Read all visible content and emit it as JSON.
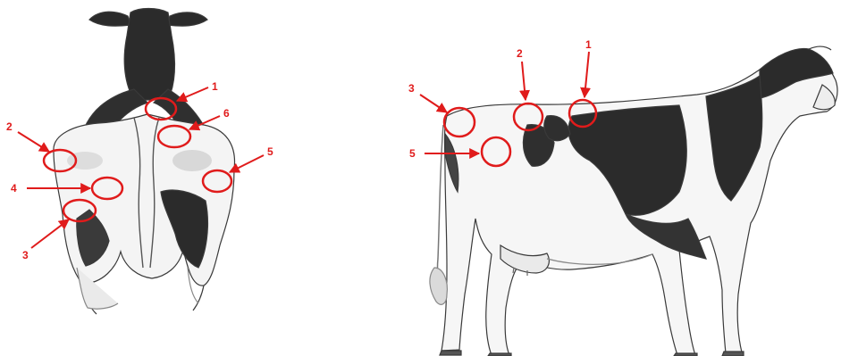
{
  "accent": "#e01b1b",
  "sketch": {
    "dark": "#2a2a2a",
    "mid": "#9a9a9a",
    "light": "#f4f4f4"
  },
  "rear_view": {
    "markers": [
      {
        "label": "1",
        "id": "rear-marker-1"
      },
      {
        "label": "2",
        "id": "rear-marker-2"
      },
      {
        "label": "3",
        "id": "rear-marker-3"
      },
      {
        "label": "4",
        "id": "rear-marker-4"
      },
      {
        "label": "5",
        "id": "rear-marker-5"
      },
      {
        "label": "6",
        "id": "rear-marker-6"
      }
    ]
  },
  "side_view": {
    "markers": [
      {
        "label": "1",
        "id": "side-marker-1"
      },
      {
        "label": "2",
        "id": "side-marker-2"
      },
      {
        "label": "3",
        "id": "side-marker-3"
      },
      {
        "label": "5",
        "id": "side-marker-5"
      }
    ]
  }
}
